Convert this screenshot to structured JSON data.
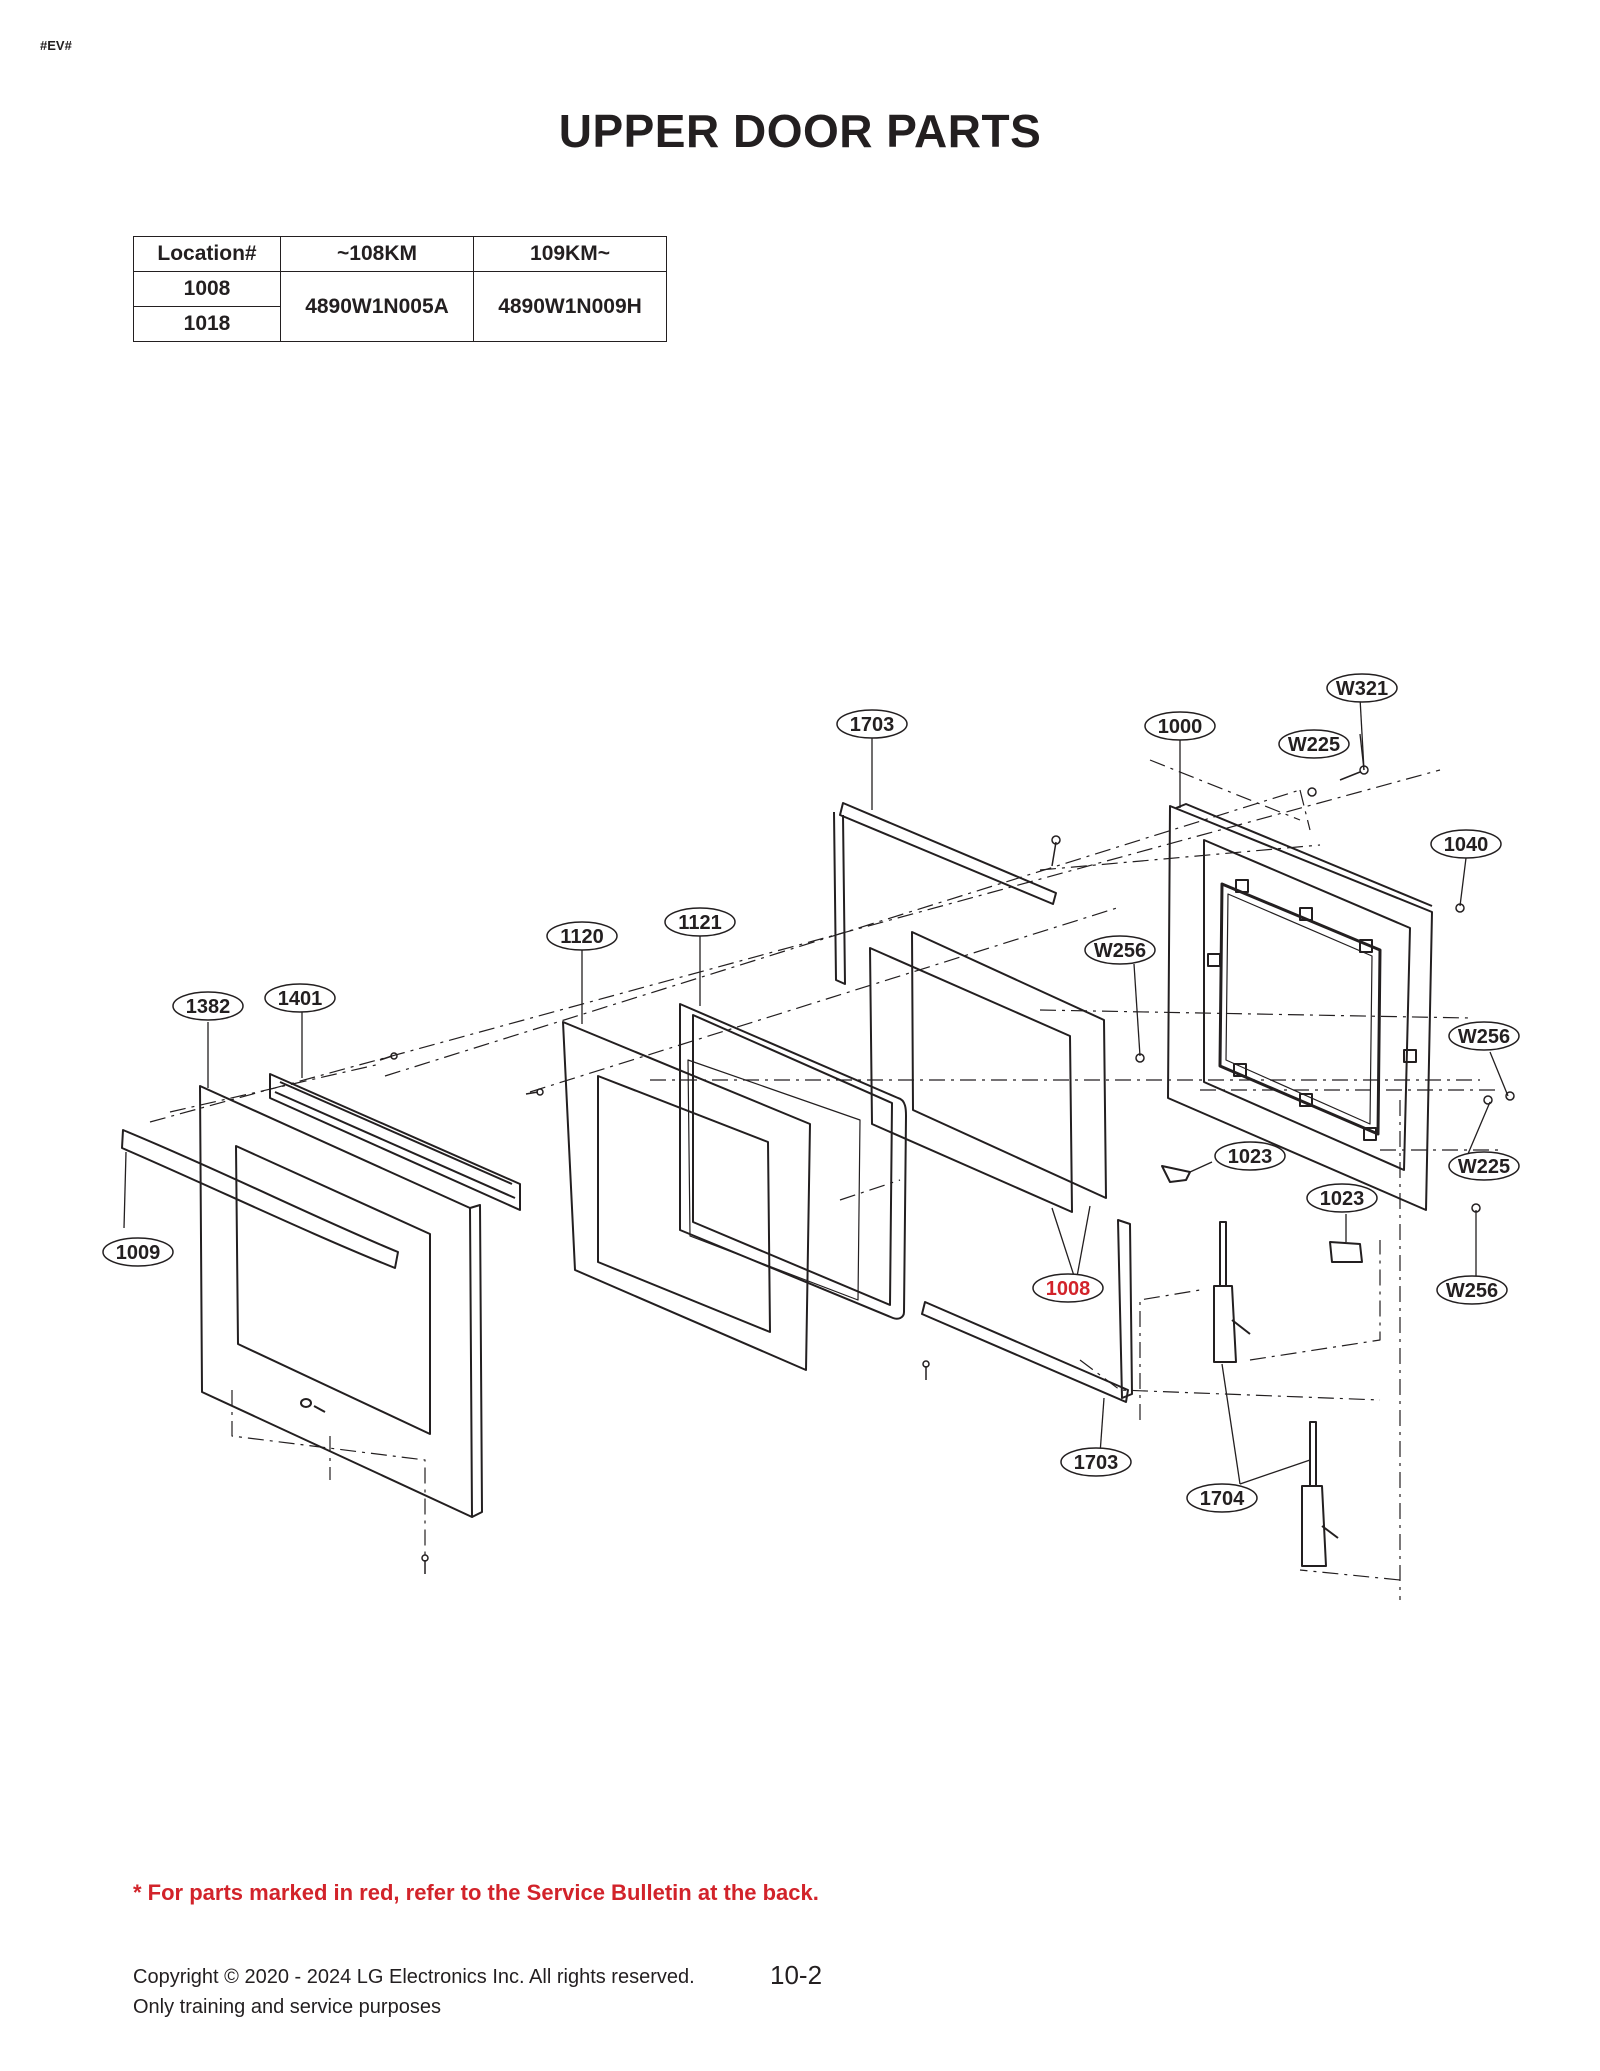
{
  "header": {
    "tag": "#EV#",
    "title": "UPPER DOOR PARTS"
  },
  "location_table": {
    "headers": [
      "Location#",
      "~108KM",
      "109KM~"
    ],
    "locations": [
      "1008",
      "1018"
    ],
    "part_108": "4890W1N005A",
    "part_109": "4890W1N009H"
  },
  "callouts": {
    "c1703a": "1703",
    "c1000": "1000",
    "cW321": "W321",
    "cW225a": "W225",
    "c1040": "1040",
    "cW256a": "W256",
    "c1121": "1121",
    "c1120": "1120",
    "c1382": "1382",
    "c1401": "1401",
    "cW256b": "W256",
    "cW225b": "W225",
    "c1023a": "1023",
    "c1023b": "1023",
    "cW256c": "W256",
    "c1009": "1009",
    "c1008": "1008",
    "c1703b": "1703",
    "c1704": "1704"
  },
  "colors": {
    "red": "#d2232a",
    "ink": "#231f20"
  },
  "footer": {
    "note": "* For parts marked in red, refer to the Service Bulletin at the back.",
    "copyright": "Copyright © 2020 - 2024 LG Electronics Inc. All rights reserved.",
    "purpose": "Only training and service purposes",
    "page": "10-2"
  }
}
